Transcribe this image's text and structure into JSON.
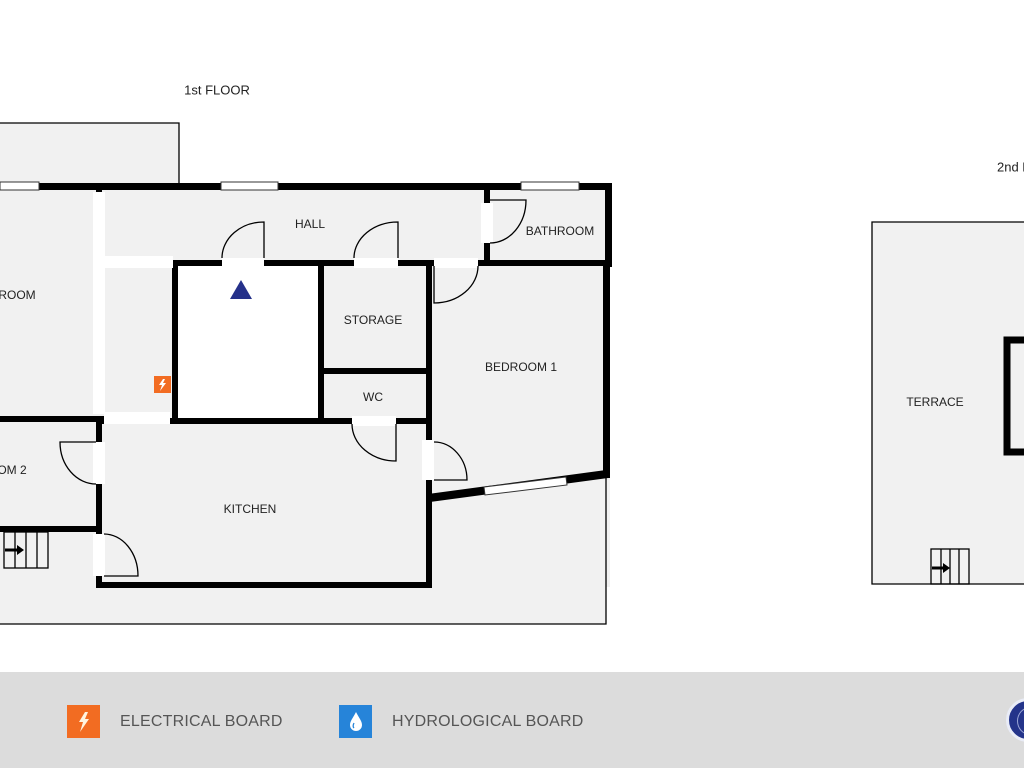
{
  "floors": [
    {
      "title": "1st FLOOR",
      "rooms": {
        "hall": "HALL",
        "bathroom": "BATHROOM",
        "bedroom_left_partial": "ROOM",
        "storage": "STORAGE",
        "wc": "WC",
        "bedroom1": "BEDROOM 1",
        "bedroom2_partial": "OM 2",
        "kitchen": "KITCHEN"
      }
    },
    {
      "title": "2nd F",
      "rooms": {
        "terrace": "TERRACE"
      }
    }
  ],
  "markers": {
    "entrance": {
      "icon": "triangle-up-icon",
      "color": "#25318a"
    },
    "electrical_board": {
      "icon": "lightning-icon",
      "color": "#f26c22"
    }
  },
  "legend": {
    "items": [
      {
        "label": "ELECTRICAL BOARD",
        "icon": "lightning-icon",
        "color": "#f26c22"
      },
      {
        "label": "HYDROLOGICAL BOARD",
        "icon": "water-drop-icon",
        "color": "#2684d9"
      }
    ],
    "logo": {
      "icon": "company-logo-icon",
      "color": "#24348a"
    }
  },
  "colors": {
    "room_fill": "#f1f1f1",
    "wall": "#000000",
    "legend_bg": "#dcdcdc"
  }
}
